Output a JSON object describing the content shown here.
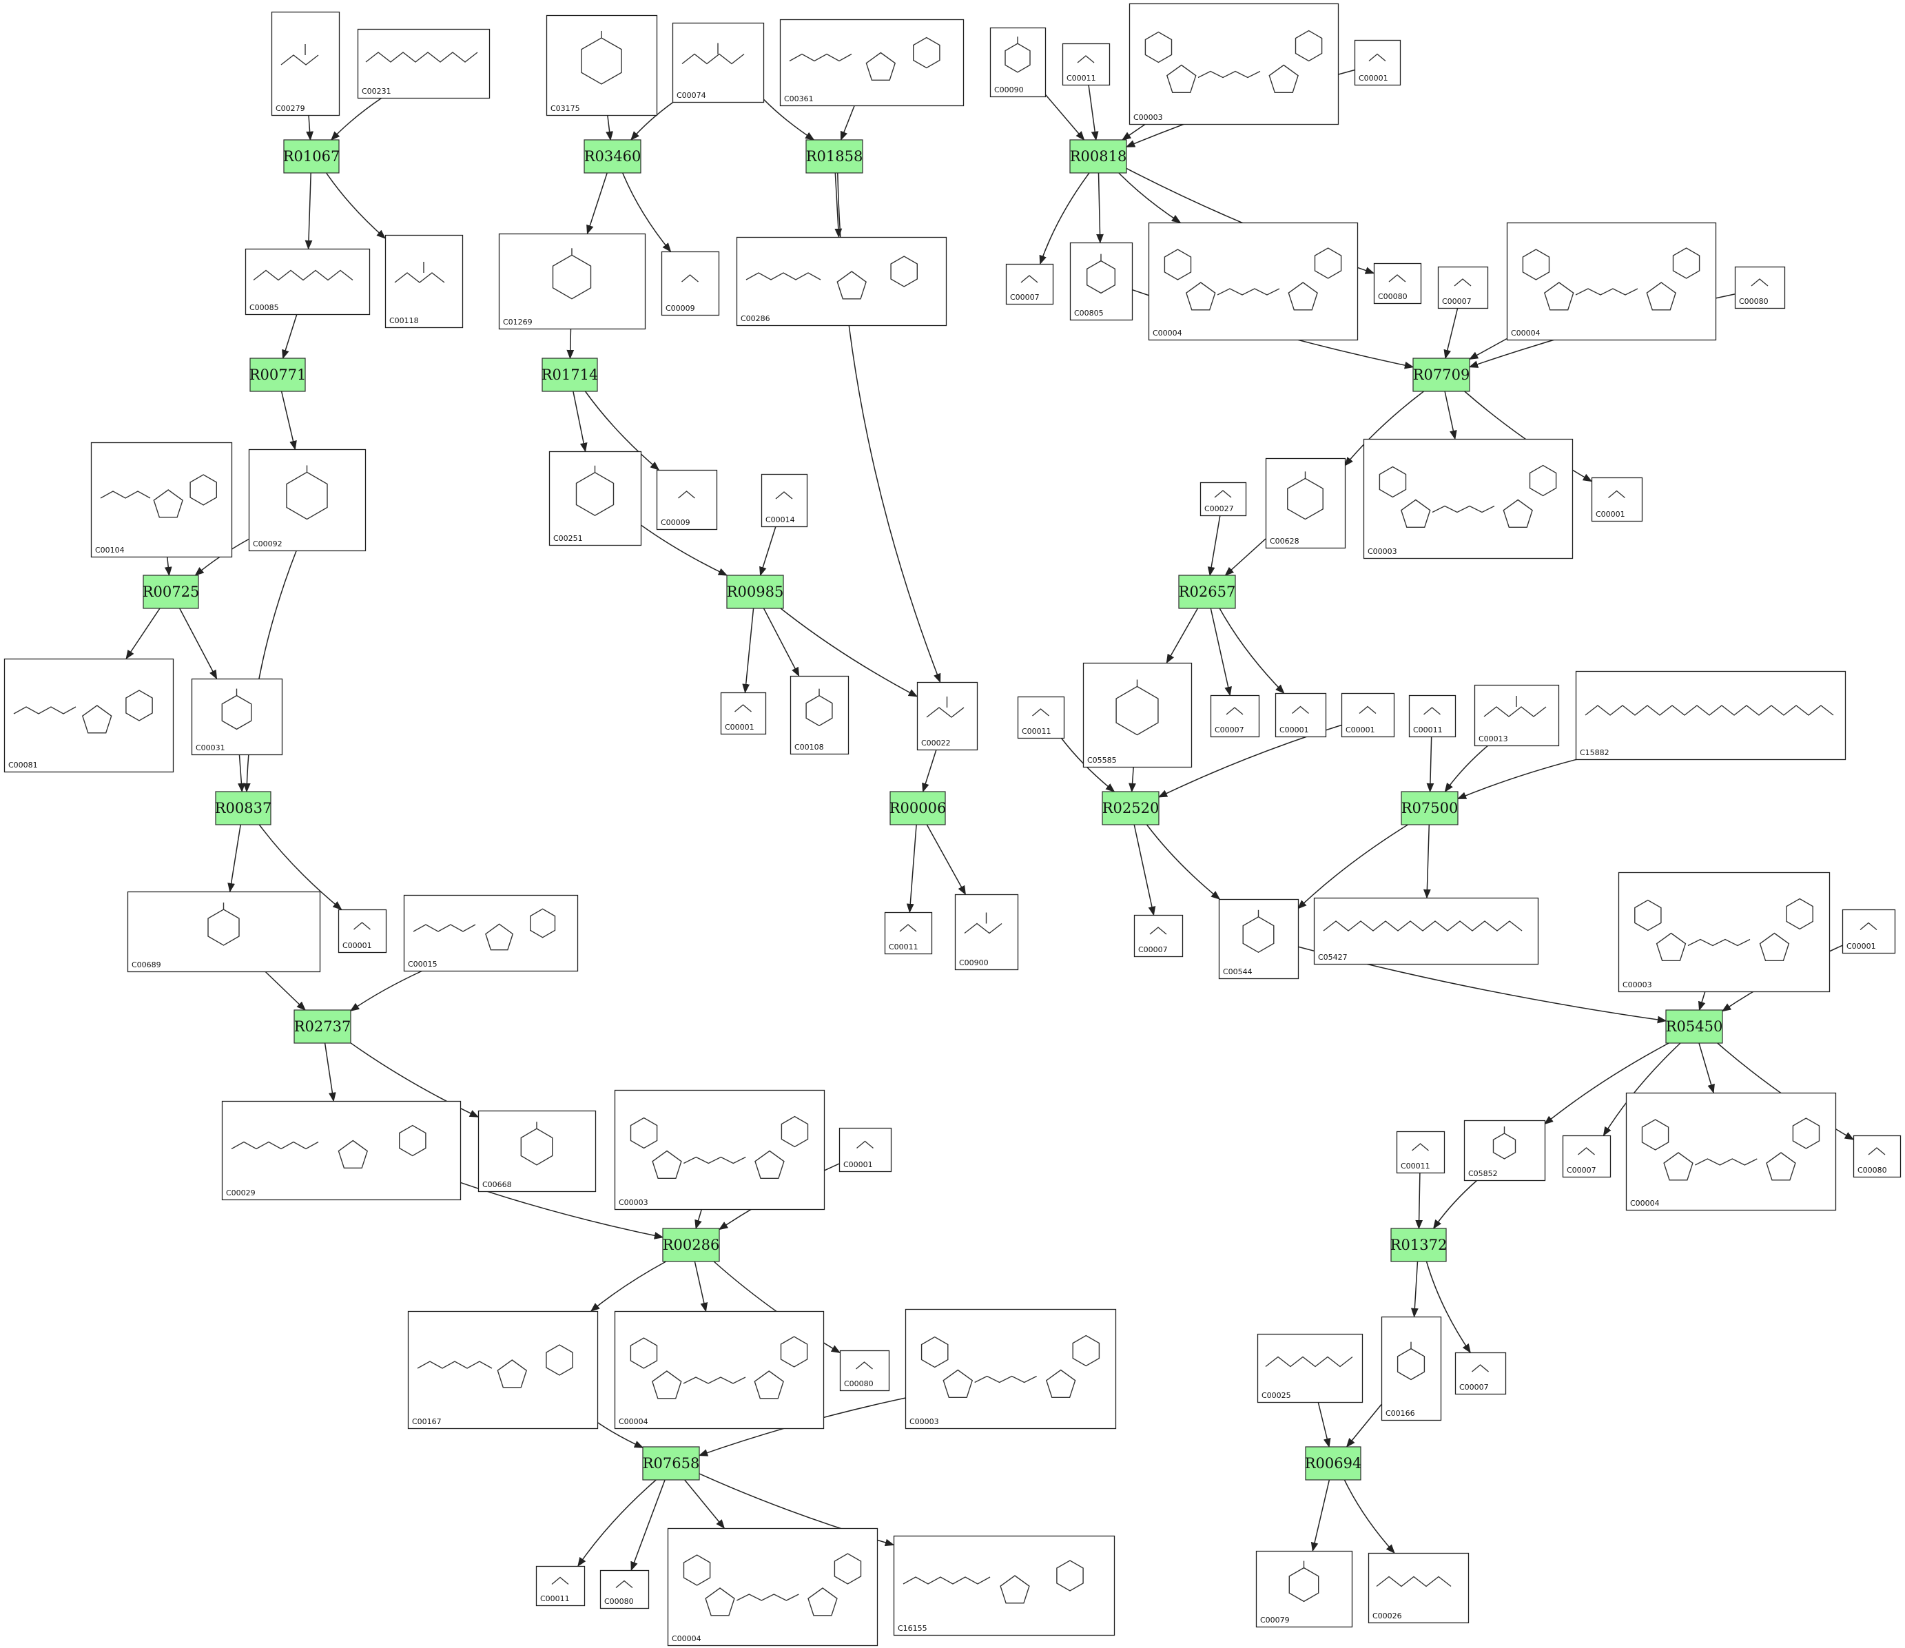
{
  "colors": {
    "reaction_fill": "#98f59a",
    "reaction_stroke": "#2b2b2b",
    "compound_stroke": "#1f1f1f",
    "edge": "#222222",
    "structure_ink": "#333333"
  },
  "reactions": [
    {
      "id": "R01067"
    },
    {
      "id": "R03460"
    },
    {
      "id": "R01858"
    },
    {
      "id": "R00818"
    },
    {
      "id": "R00771"
    },
    {
      "id": "R07709"
    },
    {
      "id": "R01714"
    },
    {
      "id": "R00725"
    },
    {
      "id": "R00985"
    },
    {
      "id": "R02657"
    },
    {
      "id": "R00837"
    },
    {
      "id": "R00006"
    },
    {
      "id": "R02520"
    },
    {
      "id": "R07500"
    },
    {
      "id": "R02737"
    },
    {
      "id": "R05450"
    },
    {
      "id": "R00286"
    },
    {
      "id": "R01372"
    },
    {
      "id": "R07658"
    },
    {
      "id": "R00694"
    }
  ],
  "compounds": [
    {
      "key": "c00279",
      "id": "C00279"
    },
    {
      "key": "c00231",
      "id": "C00231"
    },
    {
      "key": "c03175",
      "id": "C03175"
    },
    {
      "key": "c00074",
      "id": "C00074"
    },
    {
      "key": "c00361",
      "id": "C00361"
    },
    {
      "key": "c00090",
      "id": "C00090"
    },
    {
      "key": "c00011_top",
      "id": "C00011"
    },
    {
      "key": "c00003_top",
      "id": "C00003"
    },
    {
      "key": "c00001_top",
      "id": "C00001"
    },
    {
      "key": "c00085",
      "id": "C00085"
    },
    {
      "key": "c00118",
      "id": "C00118"
    },
    {
      "key": "c01269",
      "id": "C01269"
    },
    {
      "key": "c00009_a",
      "id": "C00009"
    },
    {
      "key": "c00286",
      "id": "C00286"
    },
    {
      "key": "c00007_a",
      "id": "C00007"
    },
    {
      "key": "c00805",
      "id": "C00805"
    },
    {
      "key": "c00004_a",
      "id": "C00004"
    },
    {
      "key": "c00080_a",
      "id": "C00080"
    },
    {
      "key": "c00007_b",
      "id": "C00007"
    },
    {
      "key": "c00004_b",
      "id": "C00004"
    },
    {
      "key": "c00080_b",
      "id": "C00080"
    },
    {
      "key": "c00104",
      "id": "C00104"
    },
    {
      "key": "c00092",
      "id": "C00092"
    },
    {
      "key": "c00251",
      "id": "C00251"
    },
    {
      "key": "c00009_b",
      "id": "C00009"
    },
    {
      "key": "c00014",
      "id": "C00014"
    },
    {
      "key": "c00027",
      "id": "C00027"
    },
    {
      "key": "c00628",
      "id": "C00628"
    },
    {
      "key": "c00003_b",
      "id": "C00003"
    },
    {
      "key": "c00001_b",
      "id": "C00001"
    },
    {
      "key": "c00081",
      "id": "C00081"
    },
    {
      "key": "c00031",
      "id": "C00031"
    },
    {
      "key": "c00001_c",
      "id": "C00001"
    },
    {
      "key": "c00108",
      "id": "C00108"
    },
    {
      "key": "c00022",
      "id": "C00022"
    },
    {
      "key": "c00011_b",
      "id": "C00011"
    },
    {
      "key": "c05585",
      "id": "C05585"
    },
    {
      "key": "c00007_c",
      "id": "C00007"
    },
    {
      "key": "c00001_d",
      "id": "C00001"
    },
    {
      "key": "c00001_e",
      "id": "C00001"
    },
    {
      "key": "c00011_c",
      "id": "C00011"
    },
    {
      "key": "c00013",
      "id": "C00013"
    },
    {
      "key": "c15882",
      "id": "C15882"
    },
    {
      "key": "c00689",
      "id": "C00689"
    },
    {
      "key": "c00001_f",
      "id": "C00001"
    },
    {
      "key": "c00015",
      "id": "C00015"
    },
    {
      "key": "c00011_d",
      "id": "C00011"
    },
    {
      "key": "c00900",
      "id": "C00900"
    },
    {
      "key": "c00007_d",
      "id": "C00007"
    },
    {
      "key": "c00544",
      "id": "C00544"
    },
    {
      "key": "c05427",
      "id": "C05427"
    },
    {
      "key": "c00003_c",
      "id": "C00003"
    },
    {
      "key": "c00001_g",
      "id": "C00001"
    },
    {
      "key": "c00029",
      "id": "C00029"
    },
    {
      "key": "c00668",
      "id": "C00668"
    },
    {
      "key": "c00003_d",
      "id": "C00003"
    },
    {
      "key": "c00001_h",
      "id": "C00001"
    },
    {
      "key": "c00011_e",
      "id": "C00011"
    },
    {
      "key": "c05852",
      "id": "C05852"
    },
    {
      "key": "c00007_e",
      "id": "C00007"
    },
    {
      "key": "c00004_c",
      "id": "C00004"
    },
    {
      "key": "c00080_c",
      "id": "C00080"
    },
    {
      "key": "c00167",
      "id": "C00167"
    },
    {
      "key": "c00004_d",
      "id": "C00004"
    },
    {
      "key": "c00080_d",
      "id": "C00080"
    },
    {
      "key": "c00003_e",
      "id": "C00003"
    },
    {
      "key": "c00025",
      "id": "C00025"
    },
    {
      "key": "c00166",
      "id": "C00166"
    },
    {
      "key": "c00007_f",
      "id": "C00007"
    },
    {
      "key": "c00011_f",
      "id": "C00011"
    },
    {
      "key": "c00080_e",
      "id": "C00080"
    },
    {
      "key": "c00004_e",
      "id": "C00004"
    },
    {
      "key": "c16155",
      "id": "C16155"
    },
    {
      "key": "c00079",
      "id": "C00079"
    },
    {
      "key": "c00026",
      "id": "C00026"
    }
  ],
  "edges": [
    {
      "from": "c00279",
      "to": "R01067"
    },
    {
      "from": "c00231",
      "to": "R01067"
    },
    {
      "from": "R01067",
      "to": "c00085"
    },
    {
      "from": "R01067",
      "to": "c00118"
    },
    {
      "from": "c00085",
      "to": "R00771"
    },
    {
      "from": "R00771",
      "to": "c00092"
    },
    {
      "from": "c00104",
      "to": "R00725"
    },
    {
      "from": "c00092",
      "to": "R00725"
    },
    {
      "from": "c00092",
      "to": "R00837"
    },
    {
      "from": "R00725",
      "to": "c00081"
    },
    {
      "from": "R00725",
      "to": "c00031"
    },
    {
      "from": "c00031",
      "to": "R00837"
    },
    {
      "from": "R00837",
      "to": "c00689"
    },
    {
      "from": "R00837",
      "to": "c00001_f"
    },
    {
      "from": "c00689",
      "to": "R02737"
    },
    {
      "from": "c00015",
      "to": "R02737"
    },
    {
      "from": "R02737",
      "to": "c00029"
    },
    {
      "from": "R02737",
      "to": "c00668"
    },
    {
      "from": "c00029",
      "to": "R00286"
    },
    {
      "from": "c00003_d",
      "to": "R00286"
    },
    {
      "from": "c00001_h",
      "to": "R00286"
    },
    {
      "from": "R00286",
      "to": "c00167"
    },
    {
      "from": "R00286",
      "to": "c00004_d"
    },
    {
      "from": "R00286",
      "to": "c00080_d"
    },
    {
      "from": "c00167",
      "to": "R07658"
    },
    {
      "from": "c00003_e",
      "to": "R07658"
    },
    {
      "from": "R07658",
      "to": "c00011_f"
    },
    {
      "from": "R07658",
      "to": "c00080_e"
    },
    {
      "from": "R07658",
      "to": "c00004_e"
    },
    {
      "from": "R07658",
      "to": "c16155"
    },
    {
      "from": "c03175",
      "to": "R03460"
    },
    {
      "from": "c00074",
      "to": "R03460"
    },
    {
      "from": "c00074",
      "to": "R01858"
    },
    {
      "from": "c00361",
      "to": "R01858"
    },
    {
      "from": "R03460",
      "to": "c01269"
    },
    {
      "from": "R03460",
      "to": "c00009_a"
    },
    {
      "from": "R01858",
      "to": "c00286"
    },
    {
      "from": "R01858",
      "to": "c00022"
    },
    {
      "from": "c01269",
      "to": "R01714"
    },
    {
      "from": "R01714",
      "to": "c00251"
    },
    {
      "from": "R01714",
      "to": "c00009_b"
    },
    {
      "from": "c00251",
      "to": "R00985"
    },
    {
      "from": "c00014",
      "to": "R00985"
    },
    {
      "from": "R00985",
      "to": "c00001_c"
    },
    {
      "from": "R00985",
      "to": "c00108"
    },
    {
      "from": "R00985",
      "to": "c00022"
    },
    {
      "from": "c00022",
      "to": "R00006"
    },
    {
      "from": "R00006",
      "to": "c00011_d"
    },
    {
      "from": "R00006",
      "to": "c00900"
    },
    {
      "from": "c00090",
      "to": "R00818"
    },
    {
      "from": "c00011_top",
      "to": "R00818"
    },
    {
      "from": "c00003_top",
      "to": "R00818"
    },
    {
      "from": "c00001_top",
      "to": "R00818"
    },
    {
      "from": "R00818",
      "to": "c00007_a"
    },
    {
      "from": "R00818",
      "to": "c00805"
    },
    {
      "from": "R00818",
      "to": "c00004_a"
    },
    {
      "from": "R00818",
      "to": "c00080_a"
    },
    {
      "from": "c00805",
      "to": "R07709"
    },
    {
      "from": "c00007_b",
      "to": "R07709"
    },
    {
      "from": "c00004_b",
      "to": "R07709"
    },
    {
      "from": "c00080_b",
      "to": "R07709"
    },
    {
      "from": "R07709",
      "to": "c00628"
    },
    {
      "from": "R07709",
      "to": "c00003_b"
    },
    {
      "from": "R07709",
      "to": "c00001_b"
    },
    {
      "from": "c00027",
      "to": "R02657"
    },
    {
      "from": "c00628",
      "to": "R02657"
    },
    {
      "from": "R02657",
      "to": "c05585"
    },
    {
      "from": "R02657",
      "to": "c00007_c"
    },
    {
      "from": "R02657",
      "to": "c00001_d"
    },
    {
      "from": "c00011_b",
      "to": "R02520"
    },
    {
      "from": "c05585",
      "to": "R02520"
    },
    {
      "from": "c00001_e",
      "to": "R02520"
    },
    {
      "from": "R02520",
      "to": "c00007_d"
    },
    {
      "from": "R02520",
      "to": "c00544"
    },
    {
      "from": "c00011_c",
      "to": "R07500"
    },
    {
      "from": "c00013",
      "to": "R07500"
    },
    {
      "from": "c15882",
      "to": "R07500"
    },
    {
      "from": "R07500",
      "to": "c00544"
    },
    {
      "from": "R07500",
      "to": "c05427"
    },
    {
      "from": "c00544",
      "to": "R05450"
    },
    {
      "from": "c00003_c",
      "to": "R05450"
    },
    {
      "from": "c00001_g",
      "to": "R05450"
    },
    {
      "from": "R05450",
      "to": "c05852"
    },
    {
      "from": "R05450",
      "to": "c00007_e"
    },
    {
      "from": "R05450",
      "to": "c00004_c"
    },
    {
      "from": "R05450",
      "to": "c00080_c"
    },
    {
      "from": "c00011_e",
      "to": "R01372"
    },
    {
      "from": "c05852",
      "to": "R01372"
    },
    {
      "from": "R01372",
      "to": "c00166"
    },
    {
      "from": "R01372",
      "to": "c00007_f"
    },
    {
      "from": "c00025",
      "to": "R00694"
    },
    {
      "from": "c00166",
      "to": "R00694"
    },
    {
      "from": "R00694",
      "to": "c00079"
    },
    {
      "from": "R00694",
      "to": "c00026"
    }
  ]
}
